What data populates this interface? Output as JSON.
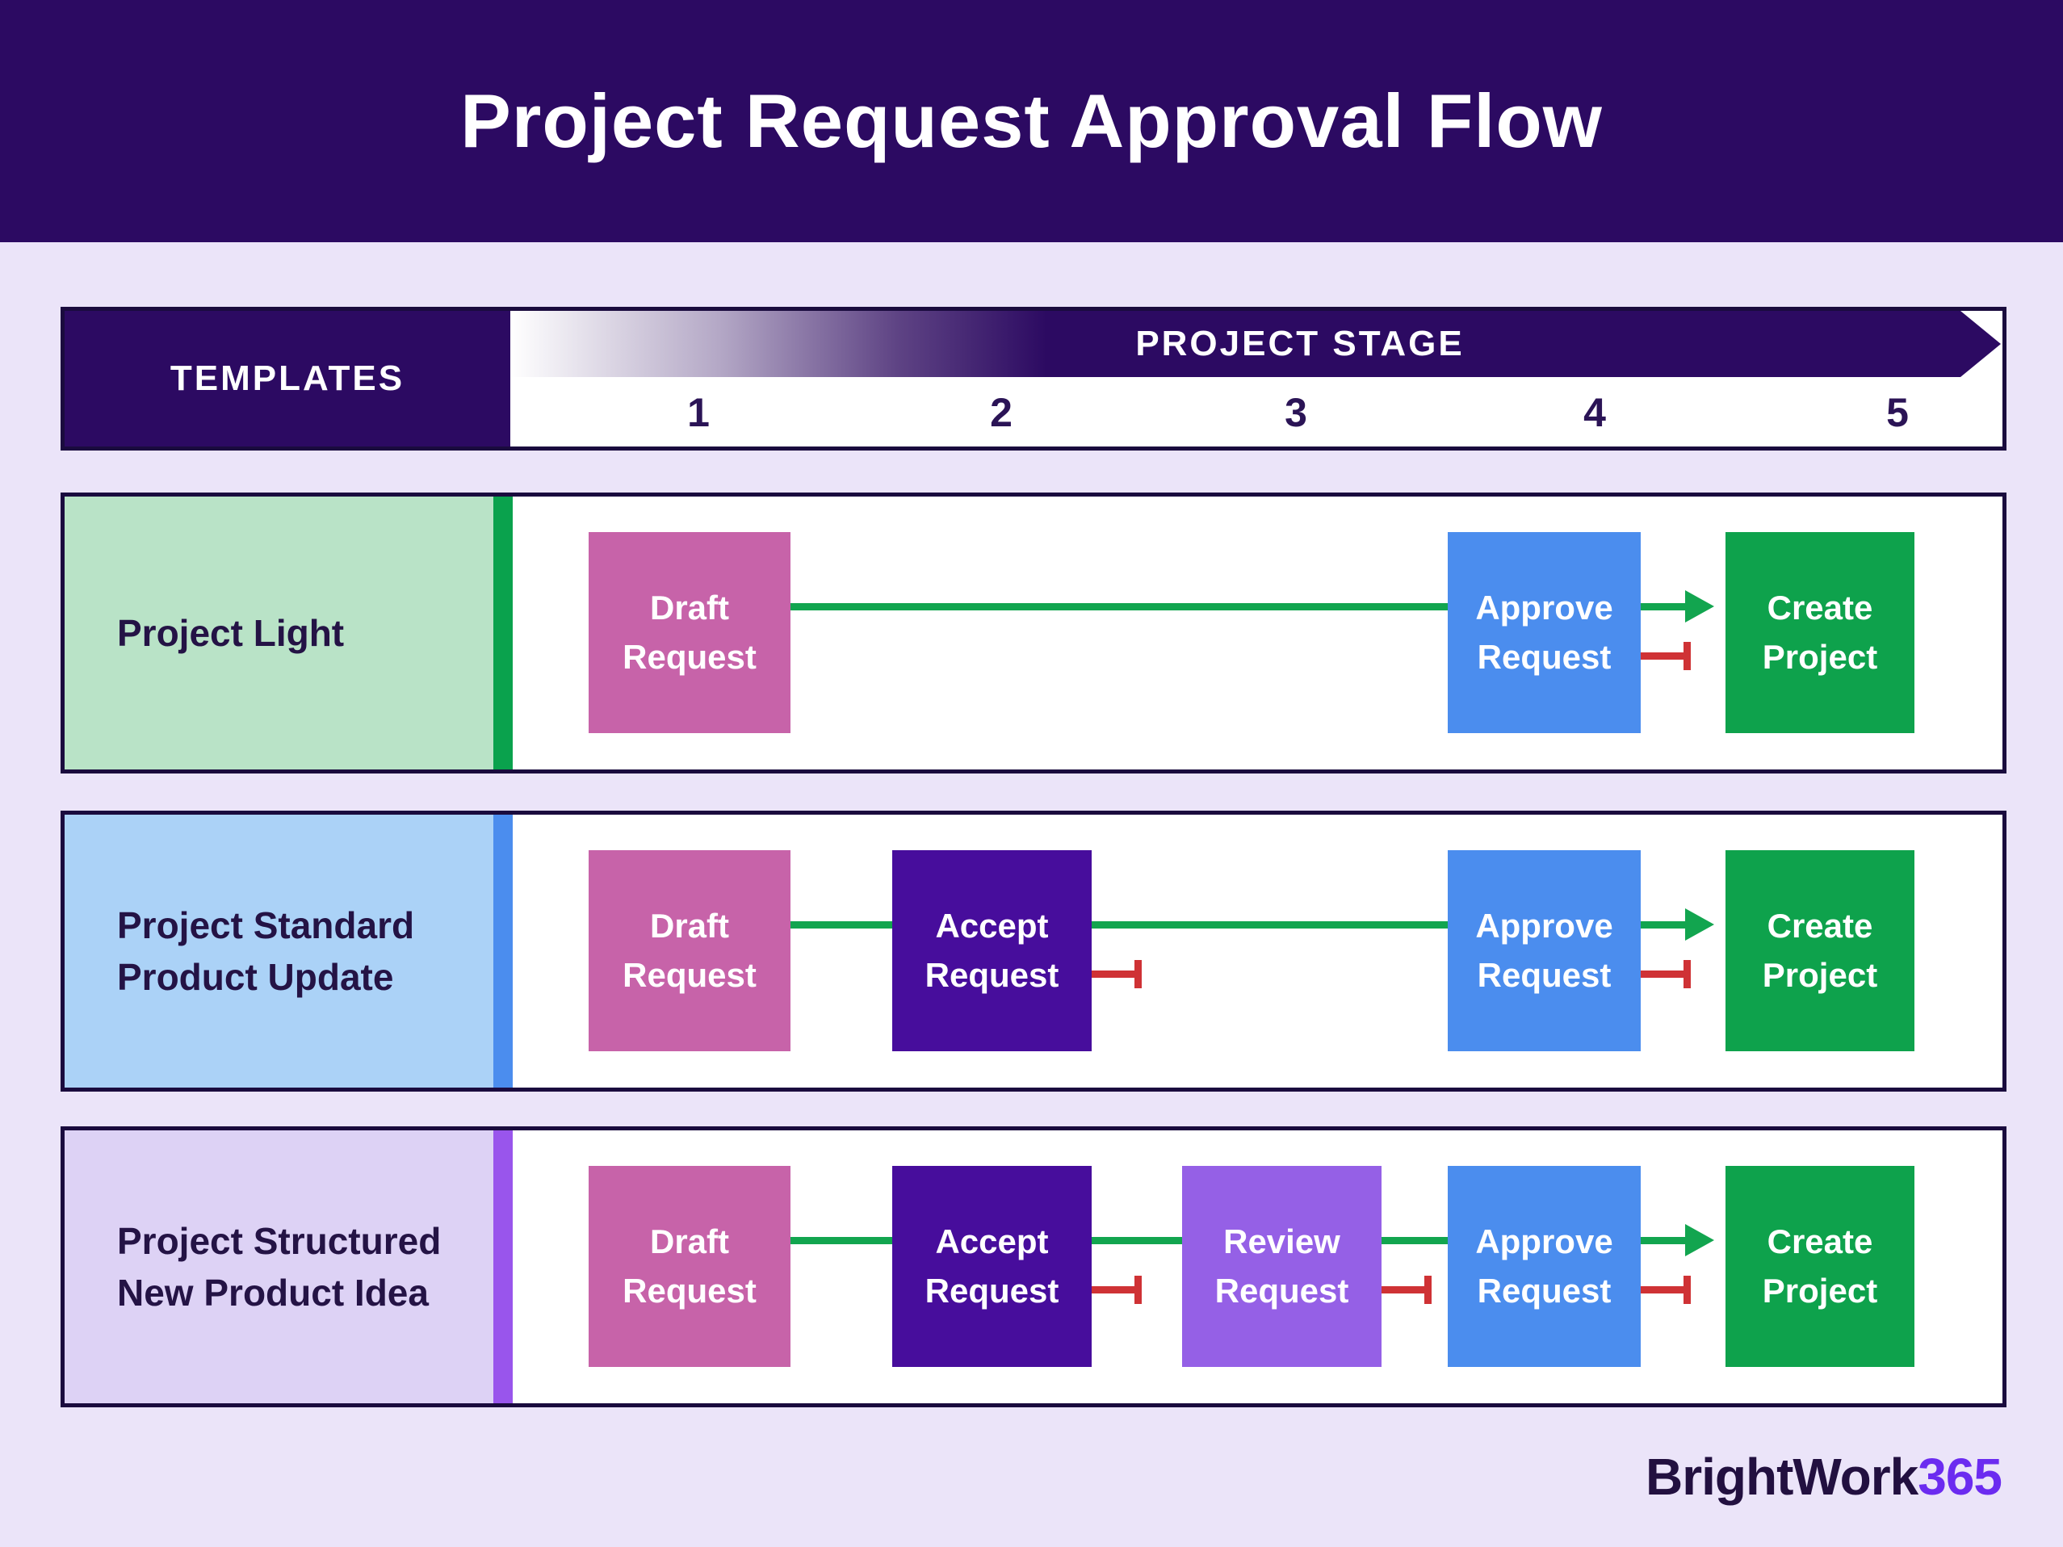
{
  "title": "Project Request Approval Flow",
  "header": {
    "templates_label": "TEMPLATES",
    "stage_label": "PROJECT STAGE",
    "stage_numbers": [
      "1",
      "2",
      "3",
      "4",
      "5"
    ]
  },
  "rows": [
    {
      "template": "Project Light",
      "boxes": [
        {
          "label": "Draft\nRequest"
        },
        {
          "label": "Approve\nRequest"
        },
        {
          "label": "Create\nProject"
        }
      ]
    },
    {
      "template": "Project Standard\nProduct Update",
      "boxes": [
        {
          "label": "Draft\nRequest"
        },
        {
          "label": "Accept\nRequest"
        },
        {
          "label": "Approve\nRequest"
        },
        {
          "label": "Create\nProject"
        }
      ]
    },
    {
      "template": "Project Structured\nNew Product Idea",
      "boxes": [
        {
          "label": "Draft\nRequest"
        },
        {
          "label": "Accept\nRequest"
        },
        {
          "label": "Review\nRequest"
        },
        {
          "label": "Approve\nRequest"
        },
        {
          "label": "Create\nProject"
        }
      ]
    }
  ],
  "logo": {
    "brand": "BrightWork",
    "suffix": "365"
  },
  "colors": {
    "banner_purple": "#2C0A62",
    "border_navy": "#1A0B3E",
    "background_lavender": "#EBE4F9",
    "draft_pink": "#C763A9",
    "accept_violet": "#470D9C",
    "review_purple": "#9560E6",
    "approve_blue": "#4B8DEE",
    "create_green": "#0EA24C",
    "forward_line_green": "#12A54F",
    "reject_line_red": "#CF3235",
    "label_green": "#B9E3C7",
    "label_blue": "#ABD2F7",
    "label_lavender": "#DDD2F5",
    "logo_dark": "#221040",
    "logo_violet": "#6B2BF0"
  }
}
